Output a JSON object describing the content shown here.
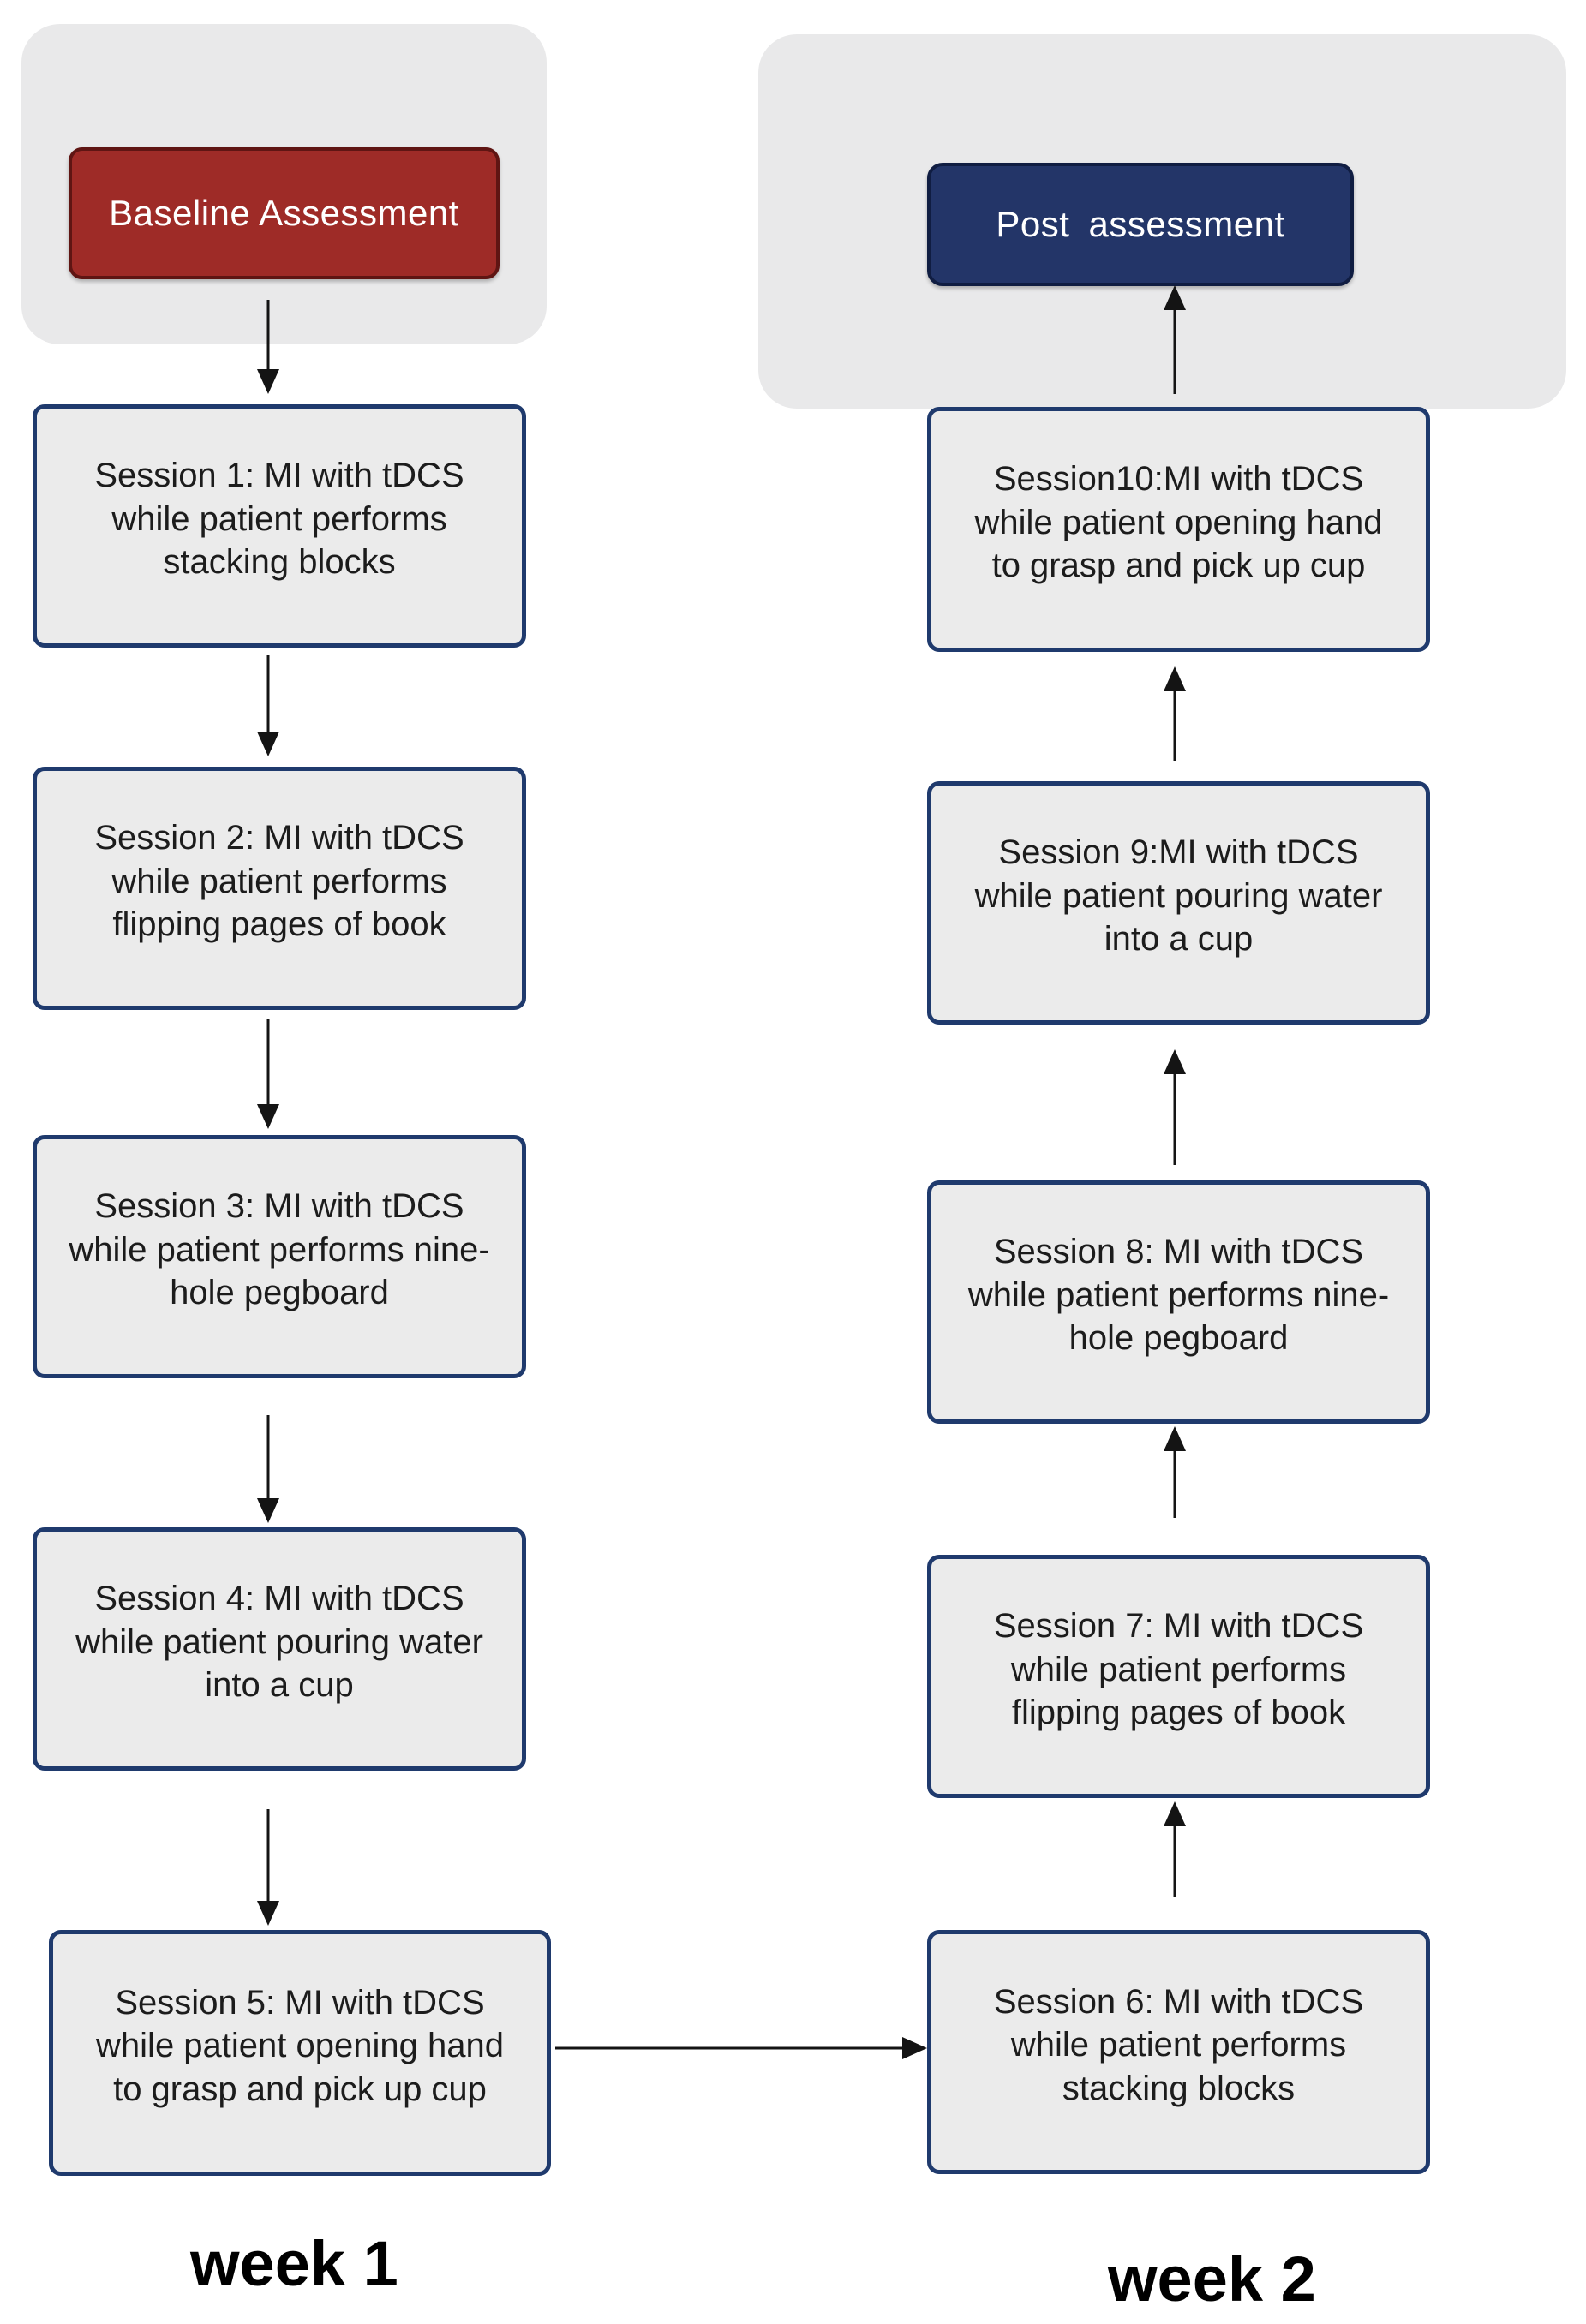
{
  "week1": {
    "label": "week 1",
    "start_button_label": "Baseline Assessment",
    "sessions": [
      "Session 1: MI with tDCS\nwhile patient performs\nstacking blocks",
      "Session 2: MI with tDCS\nwhile patient performs\nflipping pages of book",
      "Session 3: MI with tDCS\nwhile patient performs nine-\nhole pegboard",
      "Session 4: MI with tDCS\nwhile patient pouring water\ninto a cup",
      "Session 5: MI with tDCS\nwhile patient opening hand\nto grasp and pick up cup"
    ]
  },
  "week2": {
    "label": "week 2",
    "end_button_label": "Post assessment",
    "sessions": [
      "Session 6: MI with tDCS\nwhile patient performs\nstacking blocks",
      "Session 7: MI with tDCS\nwhile patient performs\nflipping pages of book",
      "Session 8: MI with tDCS\nwhile patient performs nine-\nhole pegboard",
      "Session 9:MI with tDCS\nwhile patient pouring water\ninto a cup",
      "Session10:MI with tDCS\nwhile patient opening hand\nto grasp and pick up cup"
    ]
  },
  "colors": {
    "baseline_button_fill": "#9e2b27",
    "post_button_fill": "#233568",
    "node_border": "#1f3a6d",
    "node_fill": "#ebebeb",
    "panel_fill": "#e9e9ea",
    "arrow": "#141414"
  }
}
